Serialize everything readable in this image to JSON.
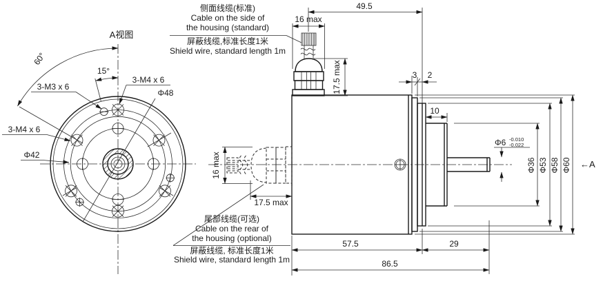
{
  "drawing": {
    "view_a": {
      "title": "A视图",
      "angle_60": "60°",
      "angle_15": "15°",
      "m3_holes": "3-M3 x 6",
      "m4_holes_top": "3-M4 x 6",
      "m4_holes_left": "3-M4 x 6",
      "phi48": "Φ48",
      "phi42": "Φ42"
    },
    "side_cable_note": {
      "cn1": "侧面线缆(标准)",
      "en1": "Cable on the side of",
      "en2": "the housing (standard)",
      "cn2": "屏蔽线缆,标准长度1米",
      "en3": "Shield wire, standard length 1m"
    },
    "rear_cable_note": {
      "cn1": "尾部线缆(可选)",
      "en1": "Cable on the rear of",
      "en2": "the housing (optional)",
      "cn2": "屏蔽线缆, 标准长度1米",
      "en3": "Shield wire, standard length 1m"
    },
    "dimensions": {
      "cable_width_top": "16 max",
      "cable_height_top": "17.5 max",
      "side_cable_offset": "49.5",
      "flange_thickness": "3",
      "groove_width": "2",
      "boss_length": "10",
      "cable_width_rear": "16 max",
      "cable_length_rear": "17.5 max",
      "body_length": "57.5",
      "front_length": "29",
      "total_length": "86.5",
      "shaft_dia": "Φ6",
      "shaft_tol_upper": "-0.010",
      "shaft_tol_lower": "-0.022",
      "phi36": "Φ36",
      "phi53": "Φ53",
      "phi58": "Φ58",
      "phi60": "Φ60",
      "view_direction": "←A"
    },
    "colors": {
      "line": "#1a1a1a",
      "background": "#ffffff"
    }
  }
}
